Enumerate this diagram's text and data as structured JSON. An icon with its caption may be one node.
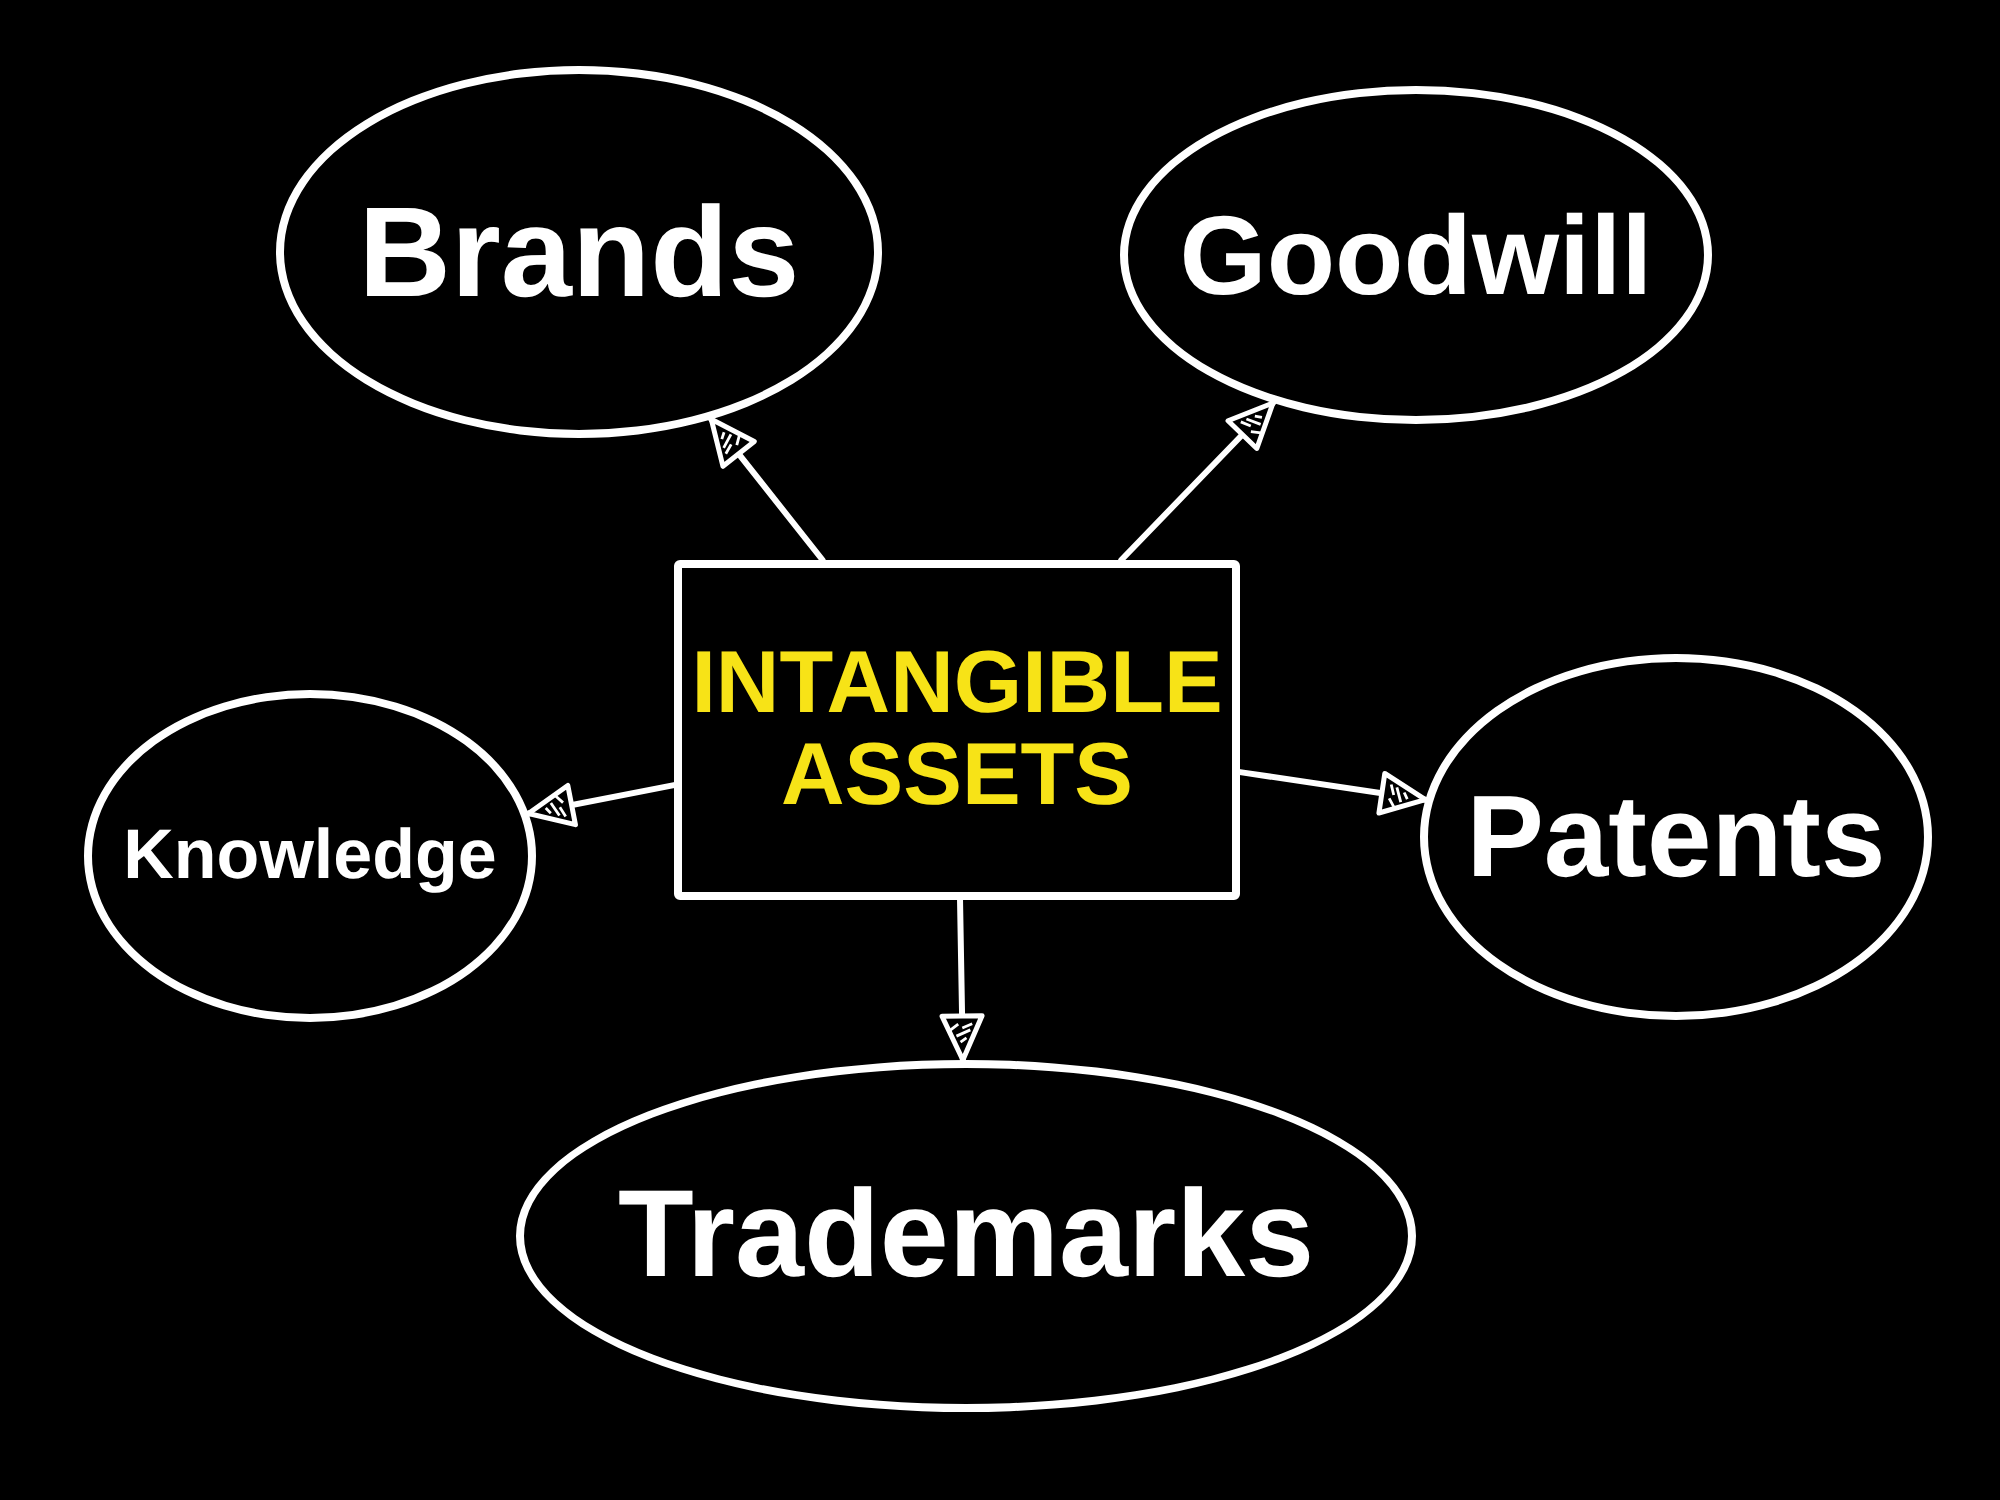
{
  "diagram": {
    "nodes": [
      {
        "text": [
          "INTANGIBLE ASSETS"
        ]
      },
      {
        "text": [
          "Brands"
        ]
      },
      {
        "text": [
          "Goodwill"
        ]
      },
      {
        "text": [
          "Knowledge"
        ]
      },
      {
        "text": [
          "Patents"
        ]
      },
      {
        "text": [
          "Trademarks"
        ]
      }
    ],
    "edges": [
      {
        "from": 0,
        "to": 1,
        "arrow": "to"
      },
      {
        "from": 0,
        "to": 2,
        "arrow": "to"
      },
      {
        "from": 0,
        "to": 3,
        "arrow": "to"
      },
      {
        "from": 0,
        "to": 4,
        "arrow": "to"
      },
      {
        "from": 0,
        "to": 5,
        "arrow": "to"
      }
    ]
  }
}
